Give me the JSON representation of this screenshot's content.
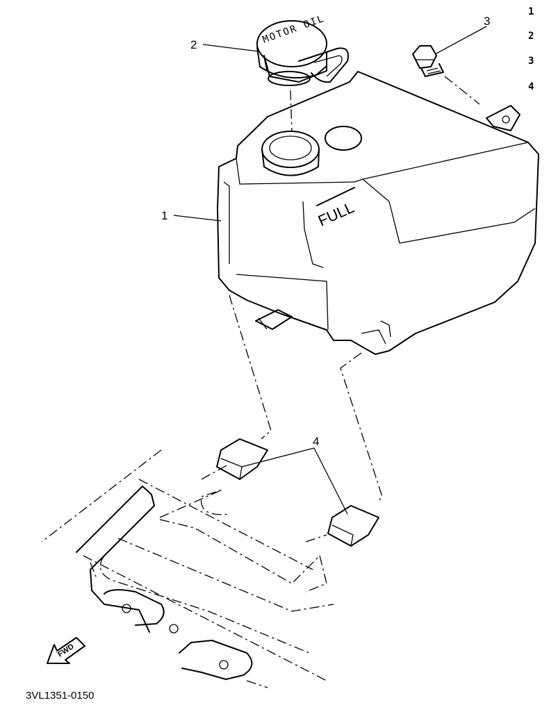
{
  "callouts": {
    "tank": "1",
    "cap": "2",
    "bolt": "3",
    "damper": "4"
  },
  "side_index": [
    "1",
    "2",
    "3",
    "4"
  ],
  "cap_text": "MOTOR OIL",
  "tank_text": "FULL",
  "fwd_text": "FWD",
  "drawing_code": "3VL1351-0150",
  "colors": {
    "ink": "#000000",
    "paper": "#ffffff"
  }
}
